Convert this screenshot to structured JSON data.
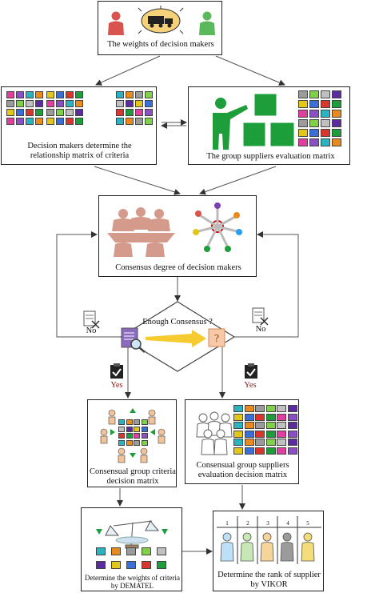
{
  "nodes": {
    "weights_dm": "The weights of decision makers",
    "relationship_matrix": "Decision makers determine the relationship matrix of criteria",
    "group_eval_matrix": "The group suppliers evaluation matrix",
    "consensus_degree": "Consensus degree of decision makers",
    "enough_consensus": "Enough  Consensus ?",
    "criteria_decision_matrix": "Consensual group criteria decision matrix",
    "suppliers_eval_decision_matrix": "Consensual group suppliers evaluation decision matrix",
    "weights_criteria": "Determine the weights of criteria by DEMATEL",
    "rank_supplier": "Determine the rank of supplier by VIKOR"
  },
  "edges": {
    "no_left": "No",
    "no_right": "No",
    "yes_left": "Yes",
    "yes_right": "Yes"
  },
  "rank_columns": [
    "1",
    "2",
    "3",
    "4",
    "5"
  ],
  "colors": {
    "yes_text": "#8b1a1a",
    "arrow_yellow": "#f5c518",
    "green": "#1e9e3a",
    "red_person": "#d9534f",
    "green_person": "#5cb85c"
  }
}
